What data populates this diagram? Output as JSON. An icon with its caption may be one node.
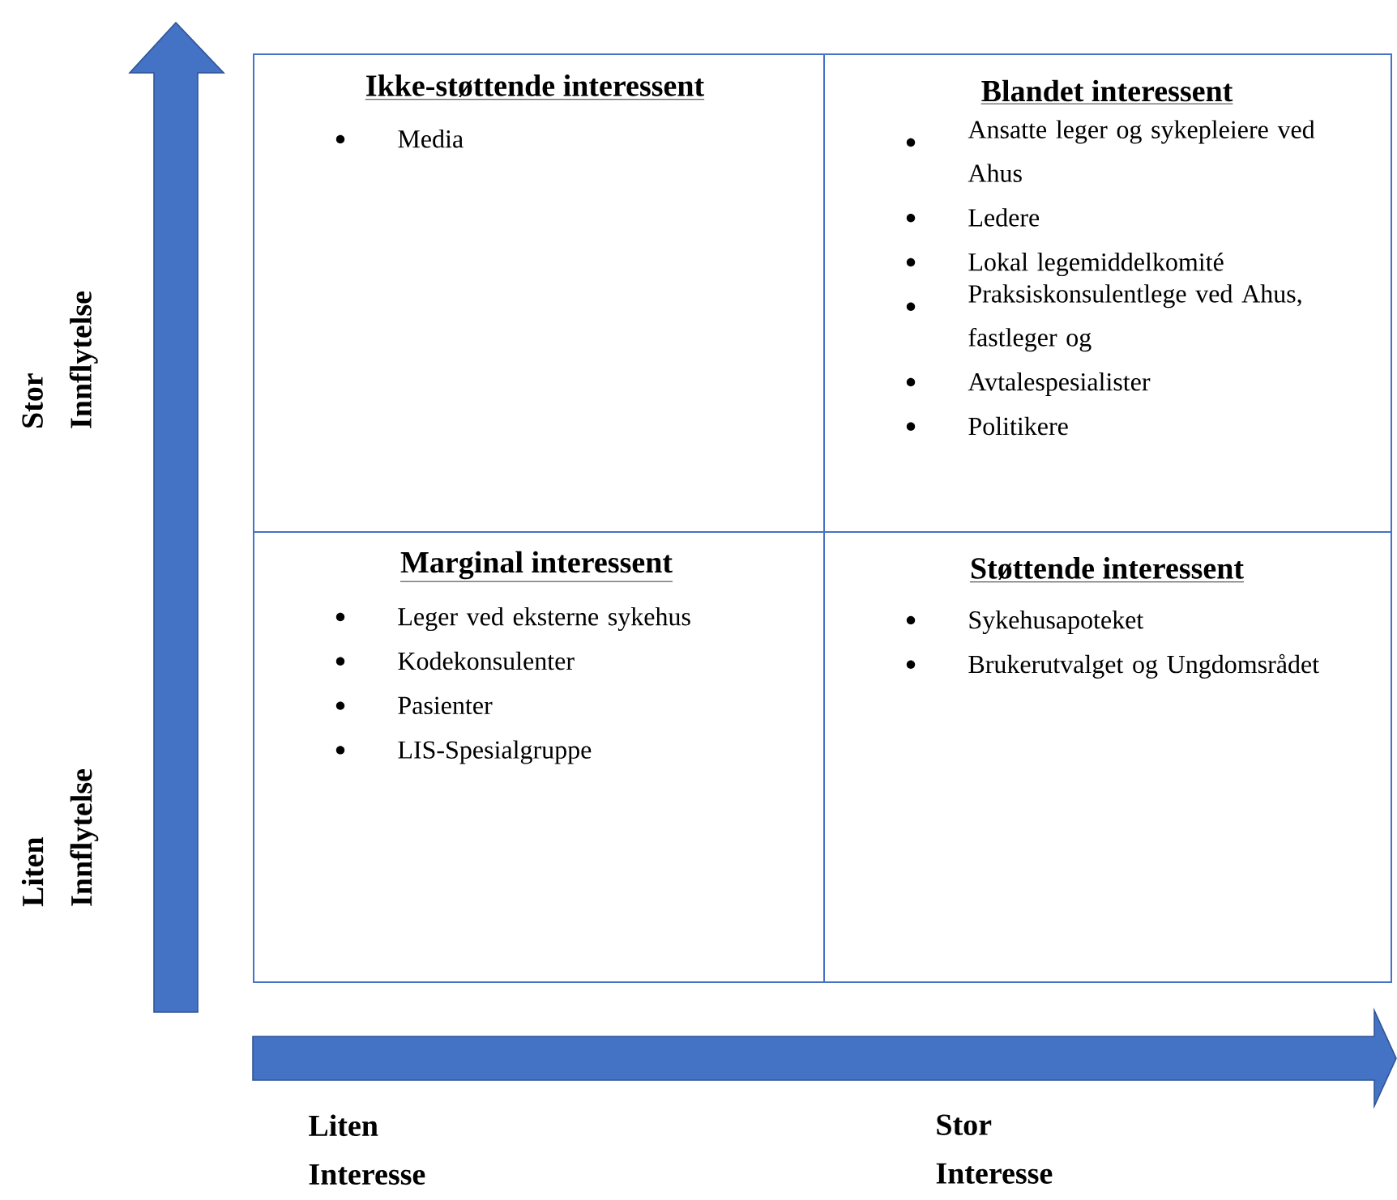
{
  "diagram": {
    "nodes": [
      {
        "text": [
          "Ikke-støttende interessent",
          "Media"
        ]
      },
      {
        "text": [
          "Blandet interessent",
          "Ansatte leger og sykepleiere ved Ahus",
          "Ledere",
          "Lokal legemiddelkomité",
          "Praksiskonsulentlege ved Ahus, fastleger og",
          "Avtalespesialister",
          "Politikere"
        ]
      },
      {
        "text": [
          "Marginal interessent",
          "Leger ved eksterne sykehus",
          "Kodekonsulenter",
          "Pasienter",
          "LIS-Spesialgruppe"
        ]
      },
      {
        "text": [
          "Støttende interessent",
          "Sykehusapoteket",
          "Brukerutvalget og Ungdomsrådet"
        ]
      }
    ],
    "labels": [
      "Stor Innflytelse",
      "Liten Innflytelse",
      "Liten Interesse",
      "Stor Interesse"
    ]
  }
}
